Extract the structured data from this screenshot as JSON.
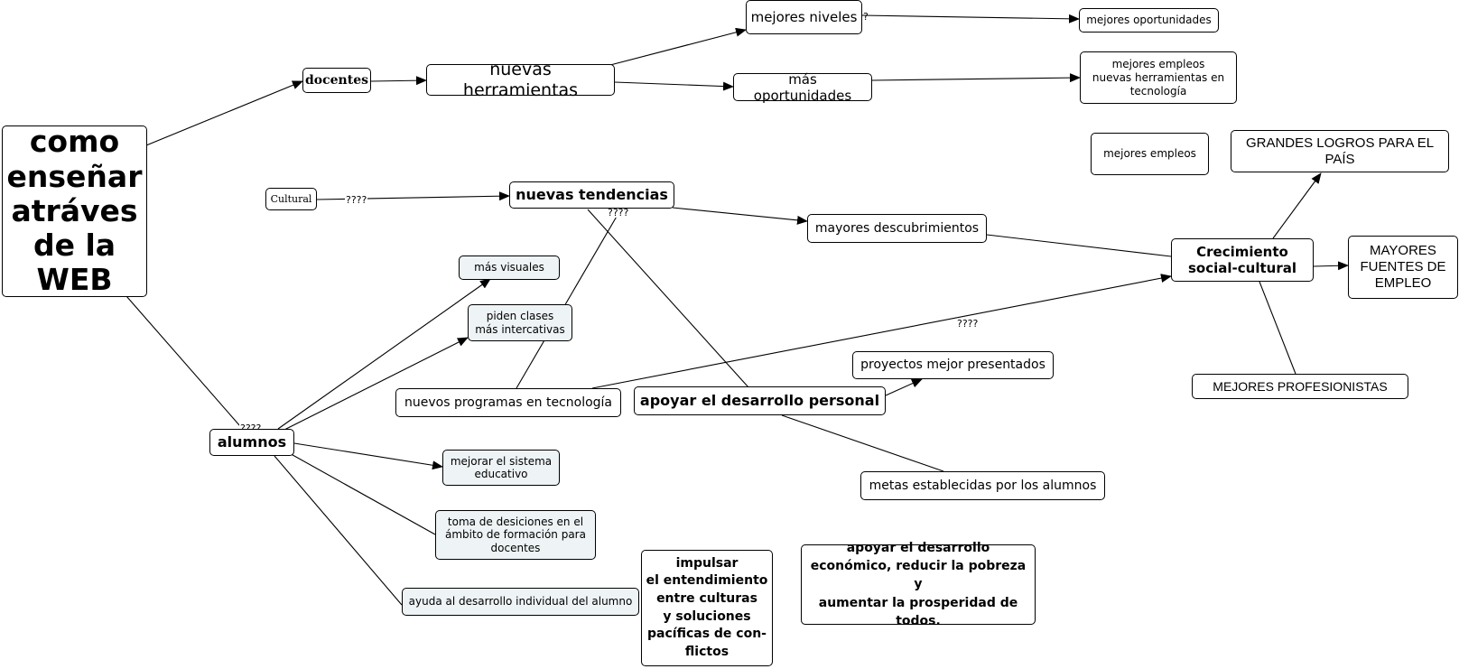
{
  "nodes": {
    "root": "como\nenseñar\natráves\nde la\nWEB",
    "docentes": "docentes",
    "nuevas_herramientas": "nuevas herramientas",
    "mejores_niveles": "mejores niveles",
    "mejores_oportunidades": "mejores oportunidades",
    "mas_oportunidades": "más oportunidades",
    "mejores_empleos_nuevas": "mejores empleos\nnuevas herramientas en\ntecnología",
    "mejores_empleos": "mejores empleos",
    "grandes_logros": "GRANDES LOGROS PARA EL\nPAÍS",
    "cultural": "Cultural",
    "nuevas_tendencias": "nuevas tendencias",
    "mayores_descubrimientos": "mayores descubrimientos",
    "crecimiento": "Crecimiento\nsocial-cultural",
    "mayores_fuentes": "MAYORES\nFUENTES DE\nEMPLEO",
    "mas_visuales": "más visuales",
    "piden_clases": "piden clases\nmás intercativas",
    "nuevos_programas": "nuevos programas en tecnología",
    "apoyar_personal": "apoyar el desarrollo personal",
    "proyectos": "proyectos mejor presentados",
    "mejores_profesionistas": "MEJORES PROFESIONISTAS",
    "alumnos": "alumnos",
    "mejorar_sistema": "mejorar el sistema\neducativo",
    "toma_desiciones": "toma de desiciones en el\námbito de formación para\ndocentes",
    "ayuda_desarrollo": "ayuda al desarrollo individual del alumno",
    "metas": "metas establecidas por los alumnos",
    "impulsar": "impulsar\nel entendimiento\nentre culturas\ny soluciones\npacíficas de con-\nflictos",
    "apoyar_economico": "apoyar el desarrollo\neconómico, reducir la pobreza y\naumentar la prosperidad de\ntodos."
  },
  "edge_labels": {
    "cultural_tendencias": "????",
    "tendencias_below": "????",
    "programas_crecimiento": "????",
    "root_alumnos": "????",
    "niveles_mark": "?"
  }
}
